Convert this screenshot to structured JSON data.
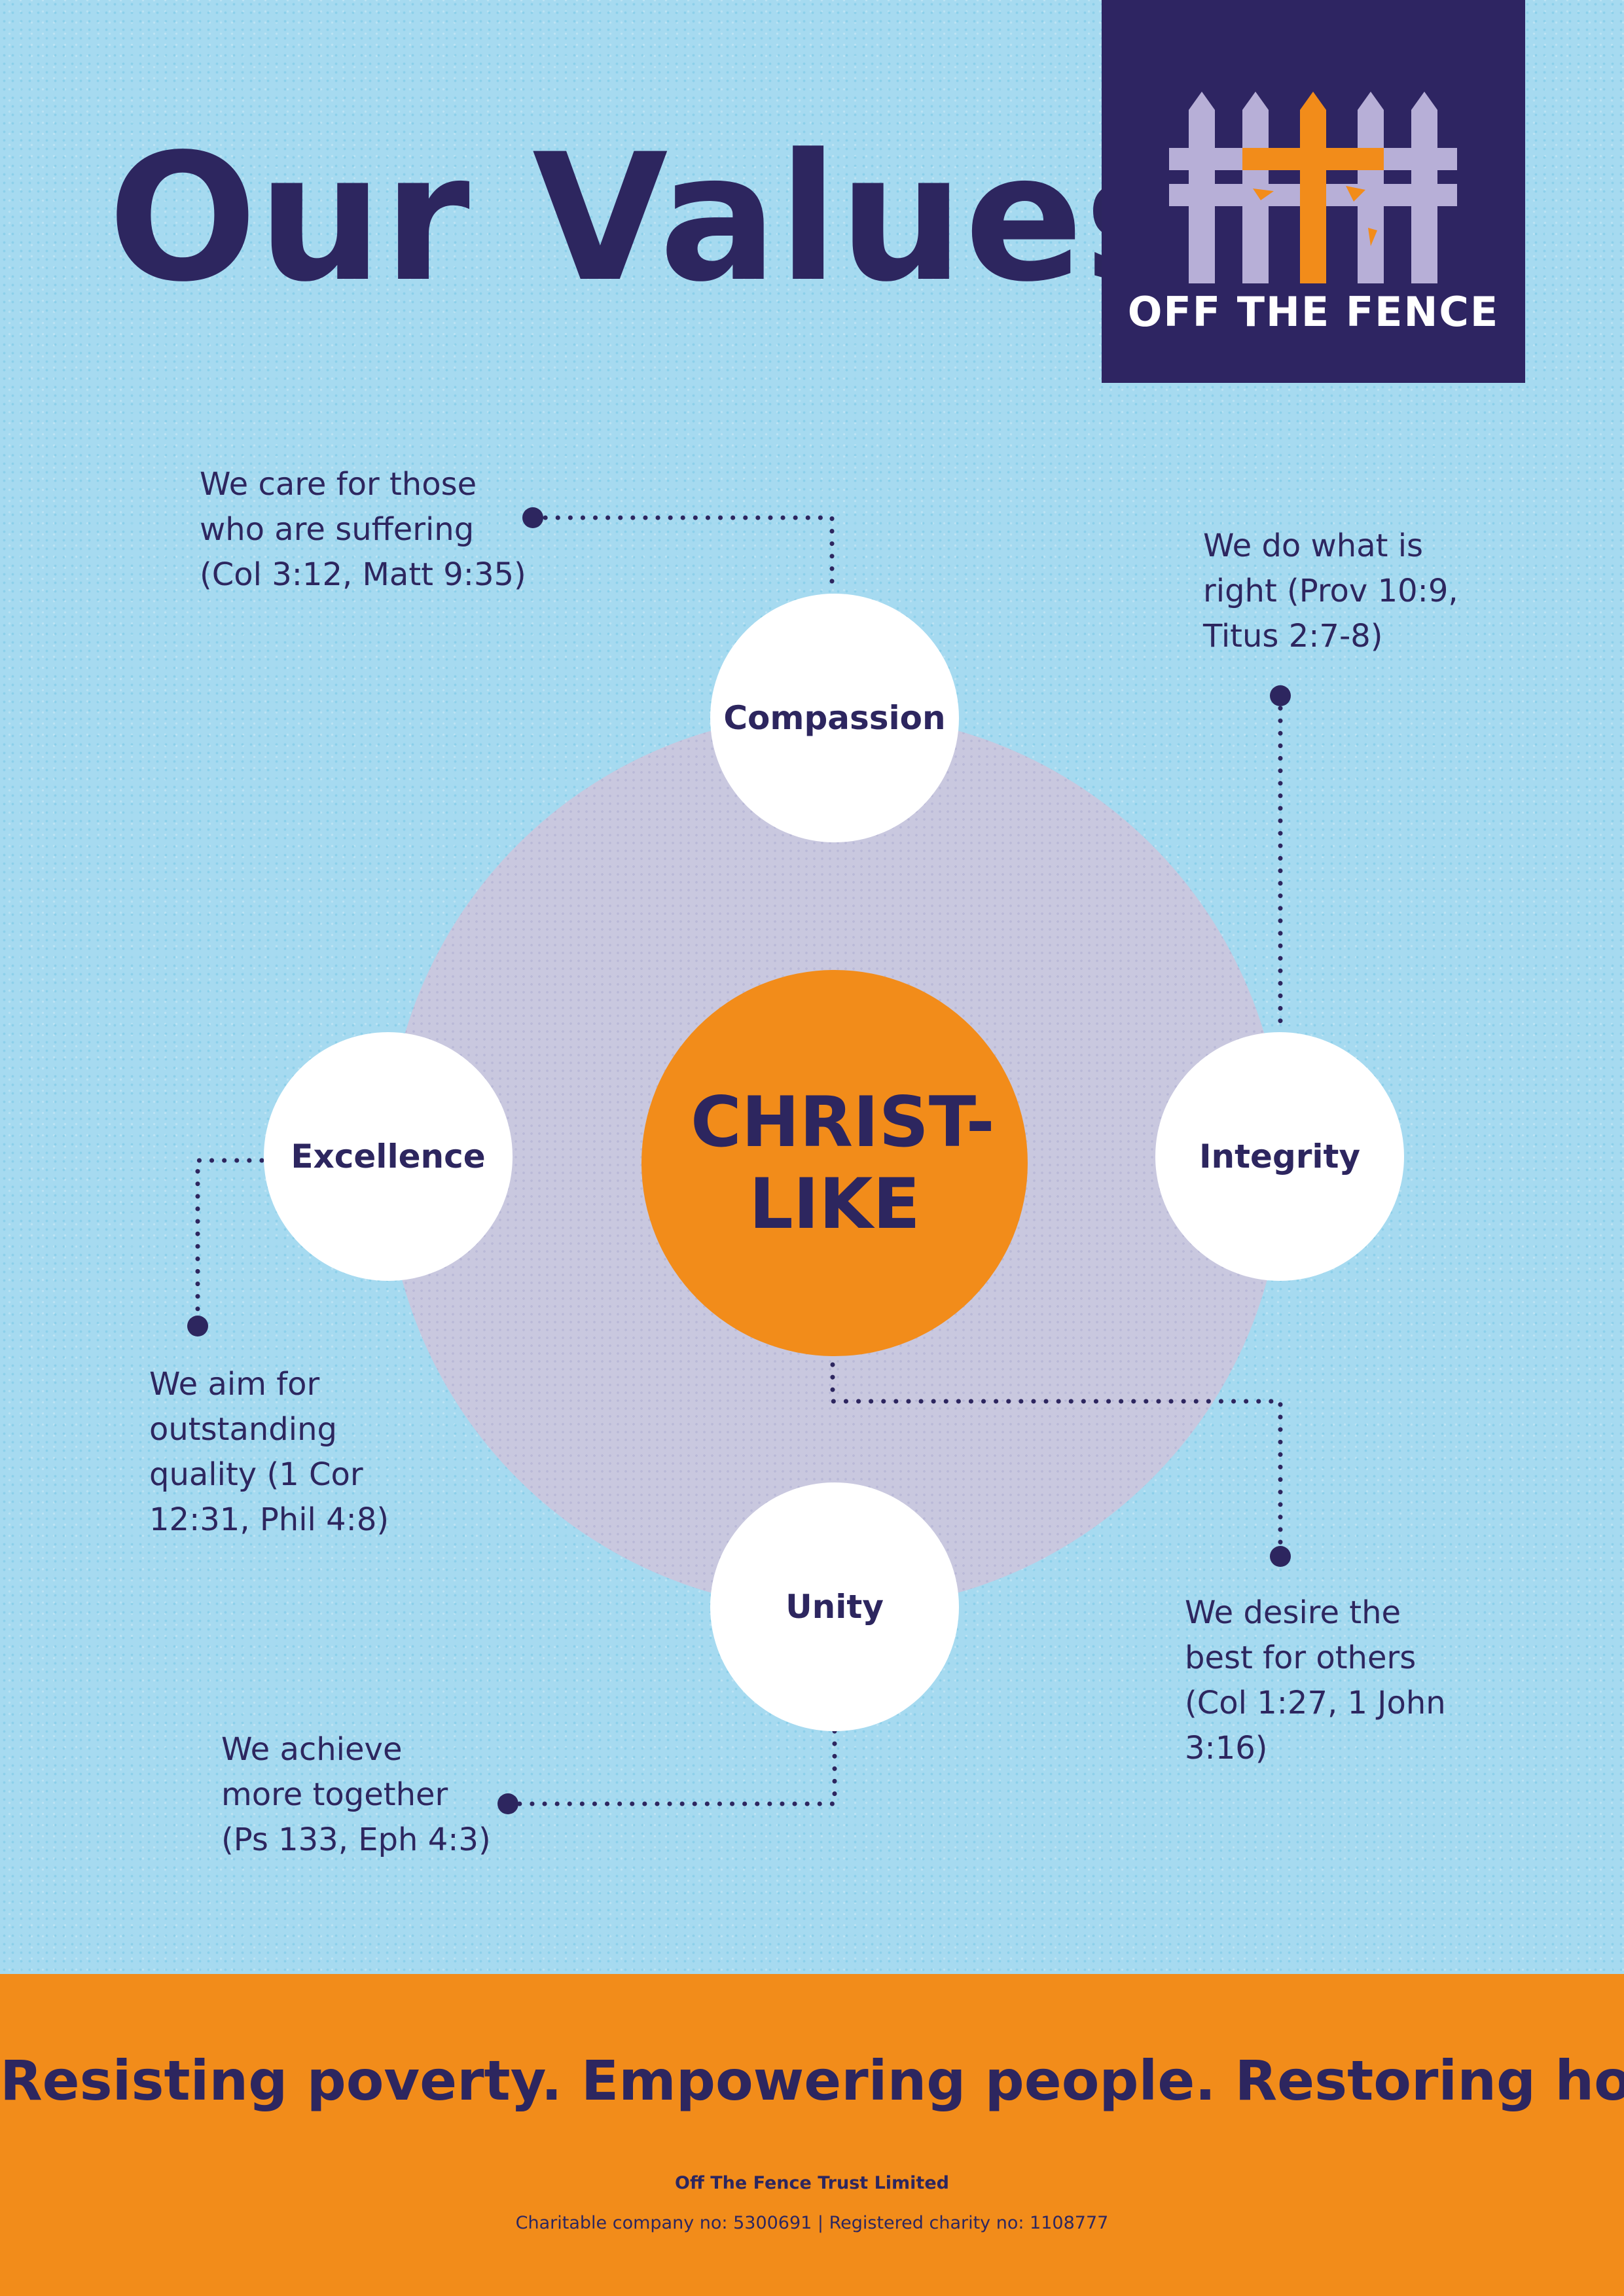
{
  "page": {
    "title": "Our Values"
  },
  "logo": {
    "name": "OFF THE FENCE",
    "icon": "fence-cross-icon"
  },
  "hub": {
    "center_label": "CHRIST-LIKE"
  },
  "values": {
    "compassion": {
      "label": "Compassion",
      "description": "We care for those\nwho are suffering\n(Col 3:12, Matt 9:35)"
    },
    "integrity": {
      "label": "Integrity",
      "description": "We do what is\nright (Prov 10:9,\nTitus 2:7-8)"
    },
    "excellence": {
      "label": "Excellence",
      "description": "We aim for\noutstanding\nquality (1 Cor\n12:31, Phil 4:8)"
    },
    "unity": {
      "label": "Unity",
      "description": "We achieve\nmore together\n(Ps 133, Eph 4:3)"
    },
    "center": {
      "description": "We desire the\nbest for others\n(Col 1:27, 1 John\n3:16)"
    }
  },
  "footer": {
    "tagline": "Resisting poverty. Empowering people. Restoring hope.",
    "org_name": "Off The Fence Trust Limited",
    "registration": "Charitable company no: 5300691  |  Registered charity no: 1108777"
  },
  "colors": {
    "navy": "#2d265f",
    "orange": "#f28c1a",
    "sky_blue": "#a6daf0",
    "lavender": "#c9c8df",
    "white": "#ffffff"
  }
}
